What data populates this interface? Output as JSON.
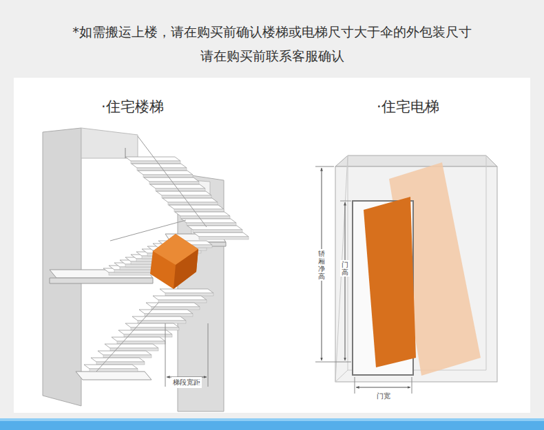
{
  "diagram": {
    "title": "*如需搬运上楼，请在购买前确认楼梯或电梯尺寸大于伞的外包装尺寸",
    "labels": [
      "请在购买前联系客服确认",
      "·住宅楼梯",
      "·住宅电梯",
      "梯段宽距",
      "轿厢净高",
      "门高",
      "门宽"
    ]
  }
}
